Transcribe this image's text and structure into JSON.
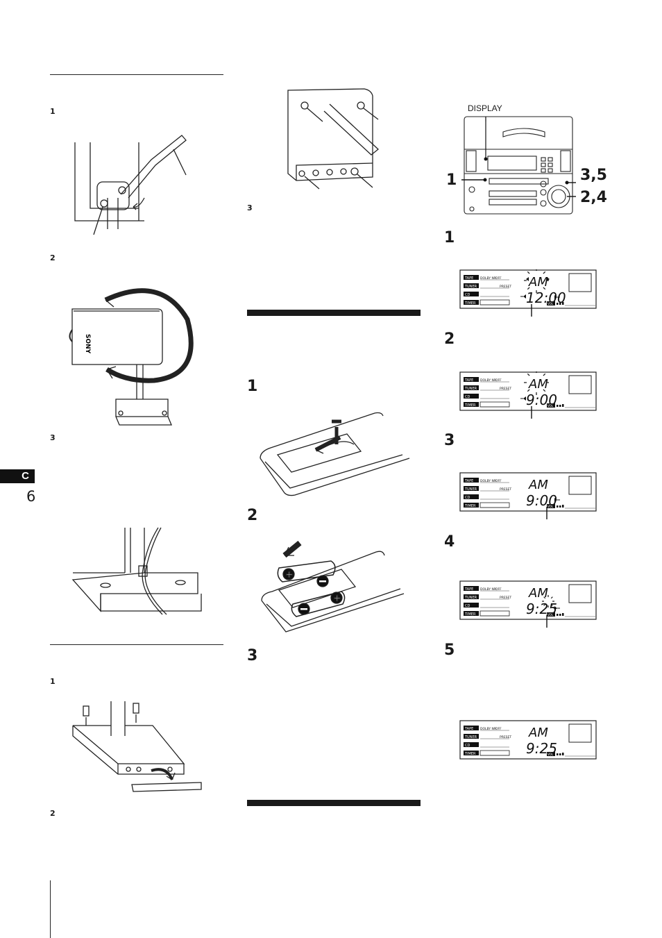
{
  "section_tab": "C",
  "page_number": "6",
  "left_column": {
    "steps_top": [
      "1",
      "2",
      "3"
    ],
    "steps_bottom": [
      "1",
      "2"
    ],
    "logo_text": "SONY"
  },
  "middle_column": {
    "step_small": "3",
    "steps_large": [
      "1",
      "2",
      "3"
    ]
  },
  "right_column": {
    "display_label": "DISPLAY",
    "callouts": [
      "1",
      "3,5",
      "2,4"
    ],
    "steps": [
      "1",
      "2",
      "3",
      "4",
      "5"
    ],
    "lcd": {
      "tags": [
        "TAPE",
        "TUNER",
        "CD",
        "TIMER"
      ],
      "dolby": "DOLBY NR",
      "off": "OFF",
      "preset": "PRESET",
      "vol": "VOL",
      "ampm": "AM",
      "times": [
        "12:00",
        "9:00",
        "9:00",
        "9:25",
        "9:25"
      ]
    }
  }
}
